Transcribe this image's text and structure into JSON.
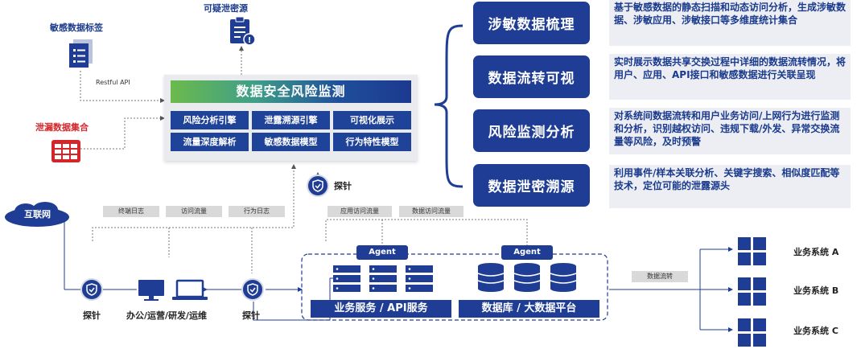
{
  "top": {
    "suspected_leak_source": "可疑泄密源",
    "sensitive_data_tag": "敏感数据标签",
    "restful_api": "Restful API",
    "leak_data_collection": "泄漏数据集合"
  },
  "monitor": {
    "title": "数据安全风险监测",
    "engines": [
      "风险分析引擎",
      "泄露溯源引擎",
      "可视化展示",
      "流量深度解析",
      "敏感数据模型",
      "行为特性模型"
    ]
  },
  "capabilities": [
    {
      "title": "涉敏数据梳理",
      "desc": "基于敏感数据的静态扫描和动态访问分析，生成涉敏数据、涉敏应用、涉敏接口等多维度统计集合"
    },
    {
      "title": "数据流转可视",
      "desc": "实时展示数据共享交换过程中详细的数据流转情况，将用户、应用、API接口和敏感数据进行关联呈现"
    },
    {
      "title": "风险监测分析",
      "desc": "对系统间数据流转和用户业务访问/上网行为进行监测和分析，识别越权访问、违规下载/外发、异常交换流量等风险，及时预警"
    },
    {
      "title": "数据泄密溯源",
      "desc": "利用事件/样本关联分析、关键字搜索、相似度匹配等技术，定位可能的泄露源头"
    }
  ],
  "flow_tags": {
    "terminal_log": "终端日志",
    "access_traffic": "访问流量",
    "behavior_log": "行为日志",
    "app_access_traffic": "应用访问流量",
    "db_access_traffic": "数据访问流量",
    "data_flow": "数据流转"
  },
  "probe_label": "探针",
  "internet": "互联网",
  "office_users": "办公/运营/研发/运维",
  "agent_label": "Agent",
  "platform": {
    "service": "业务服务 / API服务",
    "database": "数据库 / 大数据平台"
  },
  "biz_systems": [
    "业务系统 A",
    "业务系统 B",
    "业务系统 C"
  ],
  "colors": {
    "primary": "#1f3d94",
    "alert": "#d3262a",
    "desc_bg": "#eceef4"
  }
}
